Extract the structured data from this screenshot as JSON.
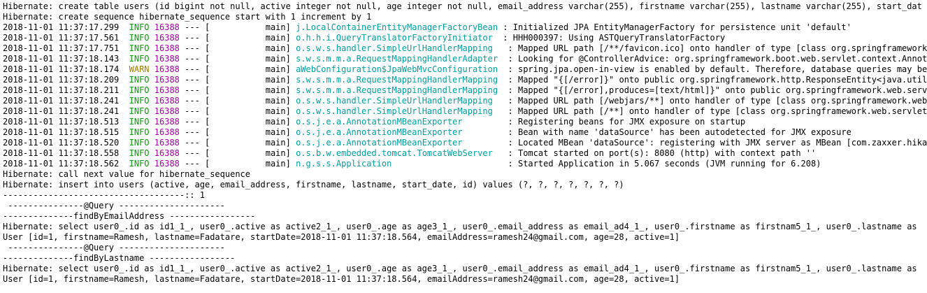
{
  "colors": {
    "background": "#ffffff",
    "text": "#000000",
    "info": "#00a000",
    "warn": "#a08000",
    "pid": "#a000a0",
    "logger": "#00a0a0"
  },
  "lines": [
    {
      "kind": "plain",
      "text": "Hibernate: create table users (id bigint not null, active integer not null, age integer not null, email_address varchar(255), firstname varchar(255), lastname varchar(255), start_dat"
    },
    {
      "kind": "plain",
      "text": "Hibernate: create sequence hibernate_sequence start with 1 increment by 1"
    },
    {
      "kind": "log",
      "ts": "2018-11-01 11:37:17.299",
      "level": "INFO",
      "pid": "16388",
      "thread": "--- [           main]",
      "logger": "j.LocalContainerEntityManagerFactoryBean",
      "msg": ": Initialized JPA EntityManagerFactory for persistence unit 'default'"
    },
    {
      "kind": "log",
      "ts": "2018-11-01 11:37:17.561",
      "level": "INFO",
      "pid": "16388",
      "thread": "--- [           main]",
      "logger": "o.h.h.i.QueryTranslatorFactoryInitiator ",
      "msg": ": HHH000397: Using ASTQueryTranslatorFactory"
    },
    {
      "kind": "log",
      "ts": "2018-11-01 11:37:17.751",
      "level": "INFO",
      "pid": "16388",
      "thread": "--- [           main]",
      "logger": "o.s.w.s.handler.SimpleUrlHandlerMapping  ",
      "msg": ": Mapped URL path [/**/favicon.ico] onto handler of type [class org.springframework"
    },
    {
      "kind": "log",
      "ts": "2018-11-01 11:37:18.143",
      "level": "INFO",
      "pid": "16388",
      "thread": "--- [           main]",
      "logger": "s.w.s.m.m.a.RequestMappingHandlerAdapter ",
      "msg": ": Looking for @ControllerAdvice: org.springframework.boot.web.servlet.context.Annot"
    },
    {
      "kind": "log",
      "ts": "2018-11-01 11:37:18.174",
      "level": "WARN",
      "pid": "16388",
      "thread": "--- [           main]",
      "logger": "aWebConfiguration$JpaWebMvcConfiguration ",
      "msg": ": spring.jpa.open-in-view is enabled by default. Therefore, database queries may be"
    },
    {
      "kind": "log",
      "ts": "2018-11-01 11:37:18.209",
      "level": "INFO",
      "pid": "16388",
      "thread": "--- [           main]",
      "logger": "s.w.s.m.m.a.RequestMappingHandlerMapping ",
      "msg": ": Mapped \"{[/error]}\" onto public org.springframework.http.ResponseEntity<java.util"
    },
    {
      "kind": "log",
      "ts": "2018-11-01 11:37:18.211",
      "level": "INFO",
      "pid": "16388",
      "thread": "--- [           main]",
      "logger": "s.w.s.m.m.a.RequestMappingHandlerMapping ",
      "msg": ": Mapped \"{[/error],produces=[text/html]}\" onto public org.springframework.web.serv"
    },
    {
      "kind": "log",
      "ts": "2018-11-01 11:37:18.241",
      "level": "INFO",
      "pid": "16388",
      "thread": "--- [           main]",
      "logger": "o.s.w.s.handler.SimpleUrlHandlerMapping  ",
      "msg": ": Mapped URL path [/webjars/**] onto handler of type [class org.springframework.web"
    },
    {
      "kind": "log",
      "ts": "2018-11-01 11:37:18.241",
      "level": "INFO",
      "pid": "16388",
      "thread": "--- [           main]",
      "logger": "o.s.w.s.handler.SimpleUrlHandlerMapping  ",
      "msg": ": Mapped URL path [/**] onto handler of type [class org.springframework.web.servlet"
    },
    {
      "kind": "log",
      "ts": "2018-11-01 11:37:18.513",
      "level": "INFO",
      "pid": "16388",
      "thread": "--- [           main]",
      "logger": "o.s.j.e.a.AnnotationMBeanExporter        ",
      "msg": ": Registering beans for JMX exposure on startup"
    },
    {
      "kind": "log",
      "ts": "2018-11-01 11:37:18.515",
      "level": "INFO",
      "pid": "16388",
      "thread": "--- [           main]",
      "logger": "o.s.j.e.a.AnnotationMBeanExporter        ",
      "msg": ": Bean with name 'dataSource' has been autodetected for JMX exposure"
    },
    {
      "kind": "log",
      "ts": "2018-11-01 11:37:18.520",
      "level": "INFO",
      "pid": "16388",
      "thread": "--- [           main]",
      "logger": "o.s.j.e.a.AnnotationMBeanExporter        ",
      "msg": ": Located MBean 'dataSource': registering with JMX server as MBean [com.zaxxer.hika"
    },
    {
      "kind": "log",
      "ts": "2018-11-01 11:37:18.558",
      "level": "INFO",
      "pid": "16388",
      "thread": "--- [           main]",
      "logger": "o.s.b.w.embedded.tomcat.TomcatWebServer  ",
      "msg": ": Tomcat started on port(s): 8080 (http) with context path ''"
    },
    {
      "kind": "log",
      "ts": "2018-11-01 11:37:18.562",
      "level": "INFO",
      "pid": "16388",
      "thread": "--- [           main]",
      "logger": "n.g.s.s.Application                      ",
      "msg": ": Started Application in 5.067 seconds (JVM running for 6.208)"
    },
    {
      "kind": "plain",
      "text": "Hibernate: call next value for hibernate_sequence"
    },
    {
      "kind": "plain",
      "text": "Hibernate: insert into users (active, age, email_address, firstname, lastname, start_date, id) values (?, ?, ?, ?, ?, ?, ?)"
    },
    {
      "kind": "plain",
      "text": "------------------------------------:: 1"
    },
    {
      "kind": "plain",
      "text": " ---------------@Query ---------------------"
    },
    {
      "kind": "plain",
      "text": "--------------findByEmailAddress -----------------"
    },
    {
      "kind": "plain",
      "text": "Hibernate: select user0_.id as id1_1_, user0_.active as active2_1_, user0_.age as age3_1_, user0_.email_address as email_ad4_1_, user0_.firstname as firstnam5_1_, user0_.lastname as"
    },
    {
      "kind": "plain",
      "text": "User [id=1, firstname=Ramesh, lastname=Fadatare, startDate=2018-11-01 11:37:18.564, emailAddress=ramesh24@gmail.com, age=28, active=1]"
    },
    {
      "kind": "plain",
      "text": " ---------------@Query ---------------------"
    },
    {
      "kind": "plain",
      "text": "--------------findByLastname -----------------"
    },
    {
      "kind": "plain",
      "text": "Hibernate: select user0_.id as id1_1_, user0_.active as active2_1_, user0_.age as age3_1_, user0_.email_address as email_ad4_1_, user0_.firstname as firstnam5_1_, user0_.lastname as"
    },
    {
      "kind": "plain",
      "text": "User [id=1, firstname=Ramesh, lastname=Fadatare, startDate=2018-11-01 11:37:18.564, emailAddress=ramesh24@gmail.com, age=28, active=1]"
    }
  ]
}
